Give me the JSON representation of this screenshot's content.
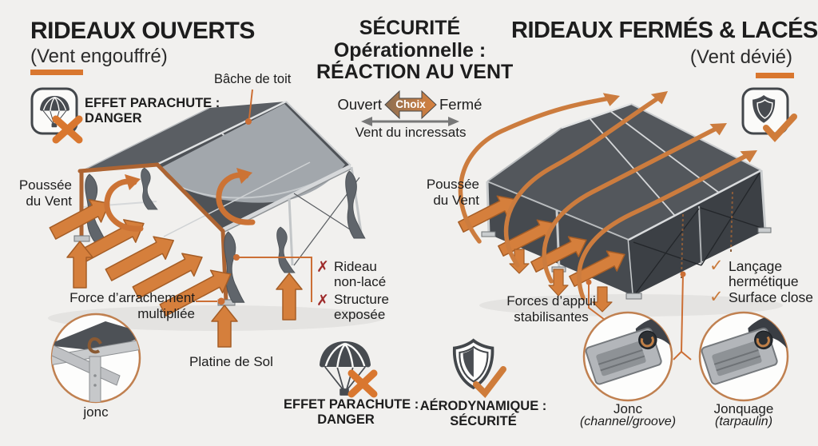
{
  "palette": {
    "background": "#f1f0ee",
    "accent_orange": "#d57f3c",
    "deep_orange": "#c96f33",
    "dark_gray": "#4a4e53",
    "danger_red": "#9e2b2b"
  },
  "left_panel": {
    "title": "RIDEAUX OUVERTS",
    "subtitle": "(Vent engouffré)",
    "parachute_badge": {
      "line1": "EFFET PARACHUTE :",
      "line2": "DANGER"
    },
    "labels": {
      "roof": "Bâche de toit",
      "wind_line1": "Poussée",
      "wind_line2": "du Vent",
      "force_line1": "Force d’arrachement",
      "force_line2": "multipliée",
      "plate": "Platine de Sol",
      "jonc": "jonc",
      "risk_mark": "✗",
      "risk1_line1": "Rideau",
      "risk1_line2": "non-lacé",
      "risk2_line1": "Structure",
      "risk2_line2": "exposée"
    }
  },
  "center_panel": {
    "title_line1": "SÉCURITÉ",
    "title_line2": "Opérationnelle :",
    "title_line3": "RÉACTION AU VENT",
    "choice": {
      "left": "Ouvert",
      "center": "Choix",
      "right": "Fermé",
      "caption": "Vent du incressats"
    },
    "danger_caption": {
      "line1": "EFFET PARACHUTE :",
      "line2": "DANGER"
    },
    "safety_caption": {
      "line1": "AÉRODYNAMIQUE :",
      "line2": "SÉCURITÉ"
    }
  },
  "right_panel": {
    "title": "RIDEAUX FERMÉS & LACÉS",
    "subtitle": "(Vent dévié)",
    "labels": {
      "wind_line1": "Poussée",
      "wind_line2": "du Vent",
      "forces_line1": "Forces d’appui",
      "forces_line2": "stabilisantes",
      "check_mark": "✓",
      "seal_line1": "Lançage",
      "seal_line2": "hermétique",
      "closed": "Surface close"
    },
    "details": {
      "jonc_title": "Jonc",
      "jonc_sub": "(channel/groove)",
      "jonquage_title": "Jonquage",
      "jonquage_sub": "(tarpaulin)"
    }
  }
}
